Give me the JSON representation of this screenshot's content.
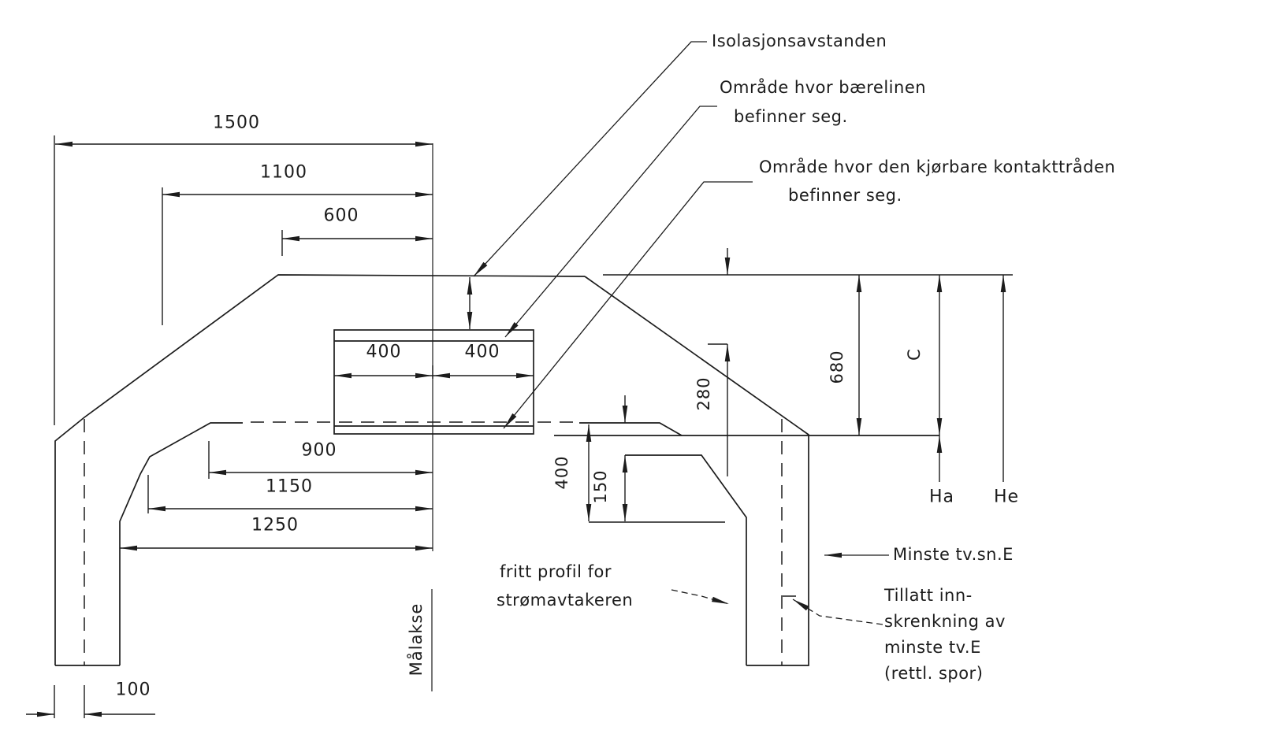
{
  "drawing": {
    "kind": "railway-catenary-clearance-profile",
    "line_color": "#1c1c1c",
    "background": "#ffffff"
  },
  "dims": {
    "d1500": "1500",
    "d1100": "1100",
    "d600": "600",
    "d400_left": "400",
    "d400_right": "400",
    "d900": "900",
    "d1150": "1150",
    "d1250": "1250",
    "d100": "100",
    "d280": "280",
    "d680": "680",
    "d400_vert": "400",
    "d150": "150",
    "c": "C",
    "ha": "Ha",
    "he": "He"
  },
  "labels": {
    "isolation": "Isolasjonsavstanden",
    "area_messenger_line1": "Område hvor bærelinen",
    "area_messenger_line2": "befinner seg.",
    "area_contact_line1": "Område hvor den kjørbare kontakttråden",
    "area_contact_line2": "befinner seg.",
    "pantograph_line1": "fritt profil for",
    "pantograph_line2": "strømavtakeren",
    "min_cross_section": "Minste tv.sn.E",
    "restriction_line1": "Tillatt inn-",
    "restriction_line2": "skrenkning av",
    "restriction_line3": "minste tv.E",
    "restriction_line4": "(rettl. spor)",
    "measure_axis": "Målakse"
  }
}
